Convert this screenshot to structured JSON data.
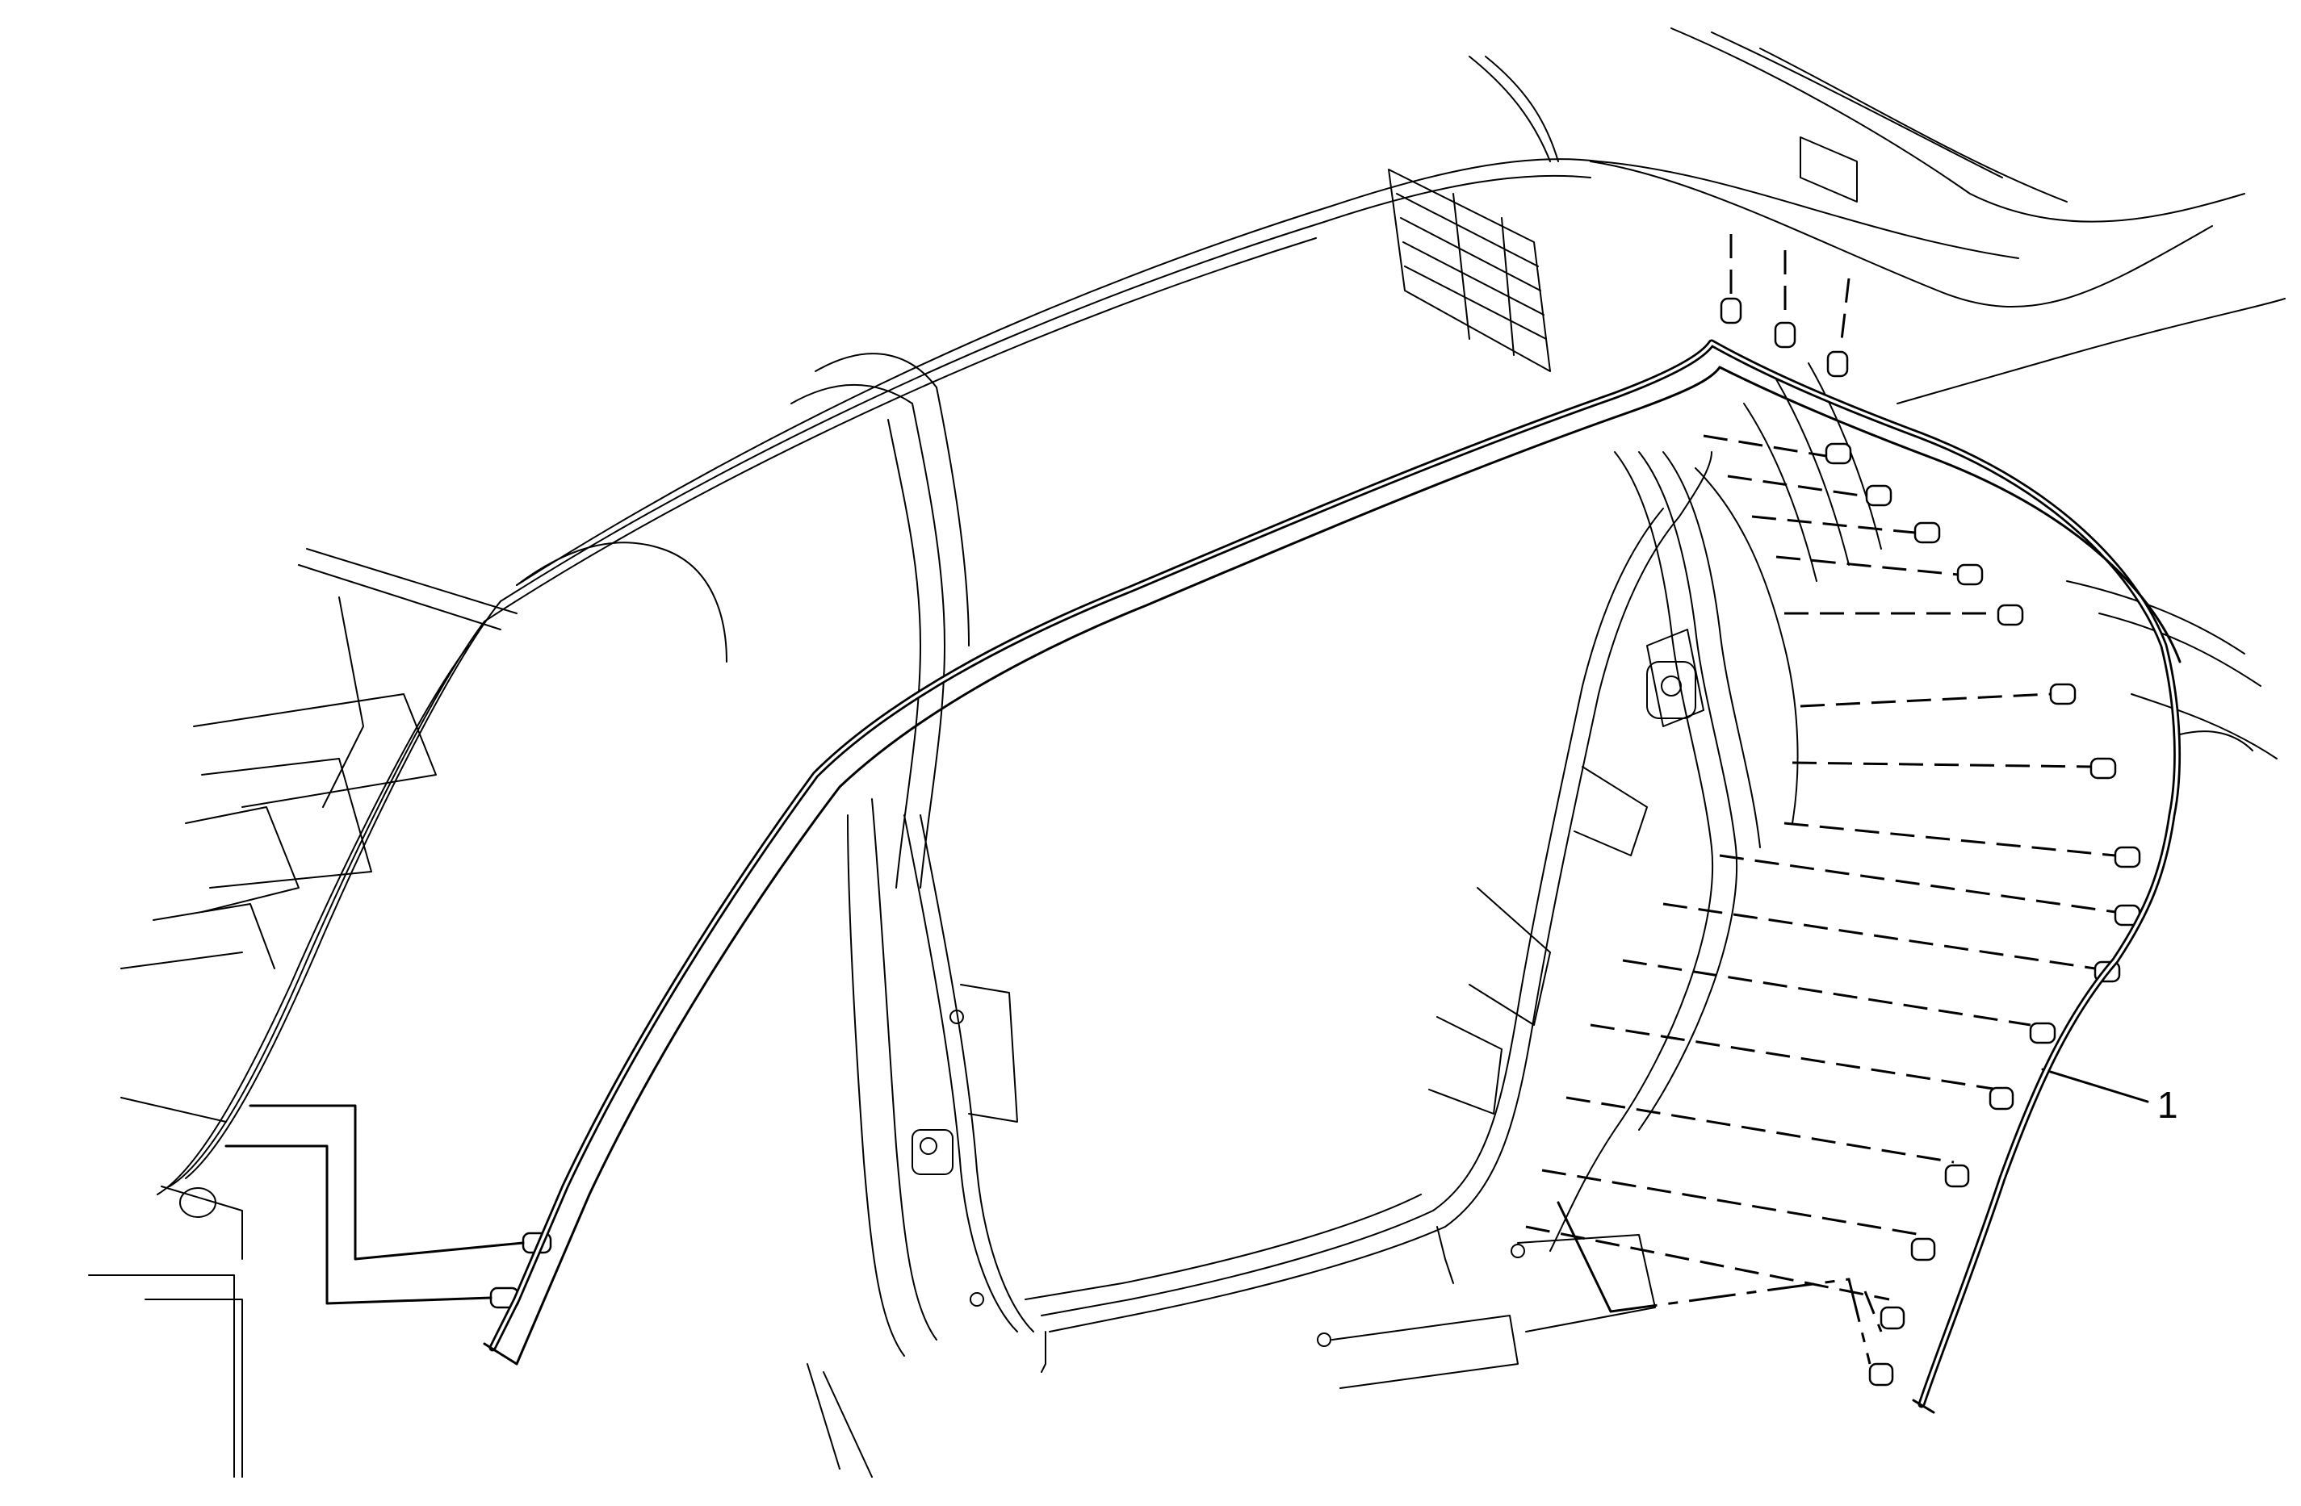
{
  "callout": {
    "label": "1"
  },
  "parts": {
    "weatherstrip": "door-opening-weatherstrip",
    "fastener": "push-pin-fastener"
  }
}
